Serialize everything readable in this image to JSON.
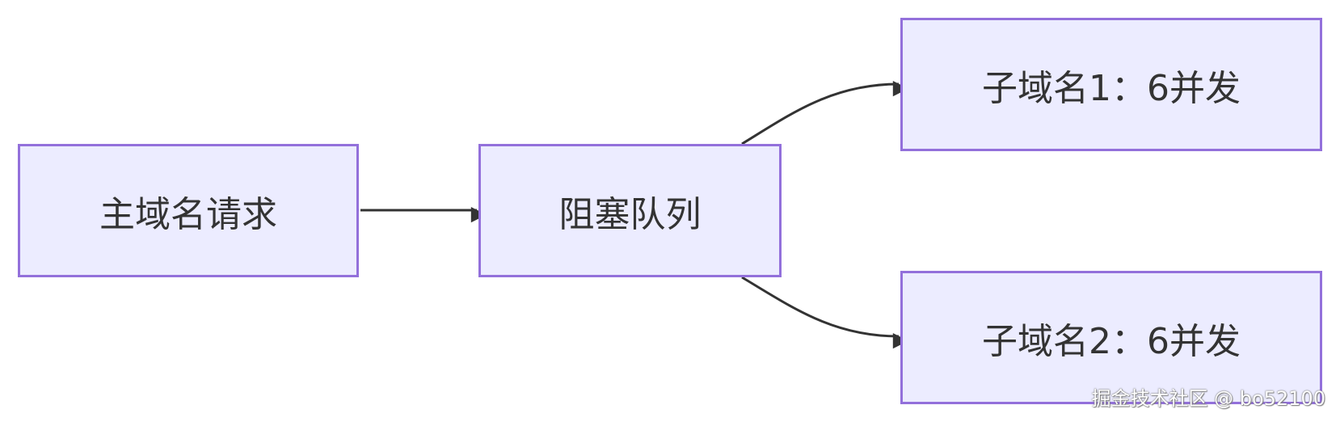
{
  "nodes": {
    "main_request": "主域名请求",
    "blocking_queue": "阻塞队列",
    "subdomain_1": "子域名1：6并发",
    "subdomain_2": "子域名2：6并发"
  },
  "edges": [
    {
      "from": "main_request",
      "to": "blocking_queue"
    },
    {
      "from": "blocking_queue",
      "to": "subdomain_1"
    },
    {
      "from": "blocking_queue",
      "to": "subdomain_2"
    }
  ],
  "watermark": "掘金技术社区 @ bo52100",
  "colors": {
    "node_fill": "#ececff",
    "node_border": "#9370db",
    "edge": "#333333",
    "text": "#333333"
  }
}
